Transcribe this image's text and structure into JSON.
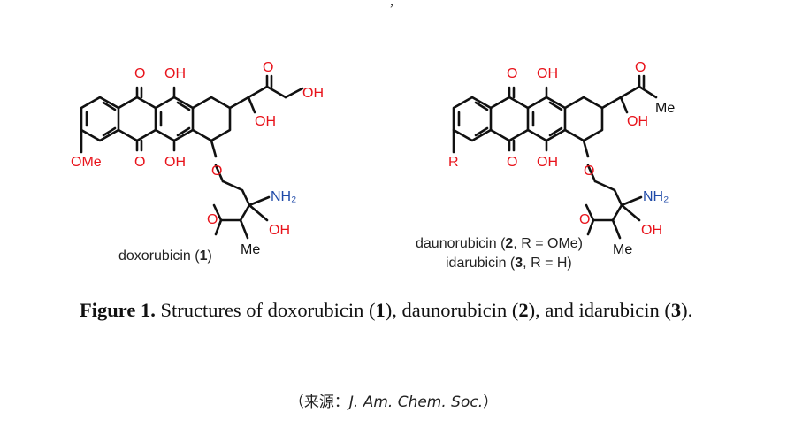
{
  "structures": {
    "doxorubicin": {
      "labels": {
        "o_top_left": "O",
        "oh_top": "OH",
        "o_ketone": "O",
        "oh_side": "OH",
        "oh_ring": "OH",
        "ome": "OMe",
        "o_bottom": "O",
        "oh_bottom": "OH",
        "o_link": "O",
        "nh2": "NH₂",
        "o_sugar": "O",
        "oh_sugar": "OH",
        "me": "Me"
      },
      "name": "doxorubicin",
      "number": "1"
    },
    "daunorubicin": {
      "labels": {
        "o_top_left": "O",
        "oh_top": "OH",
        "o_ketone": "O",
        "me_acetyl": "Me",
        "oh_ring": "OH",
        "r": "R",
        "o_bottom": "O",
        "oh_bottom": "OH",
        "o_link": "O",
        "nh2": "NH₂",
        "o_sugar": "O",
        "oh_sugar": "OH",
        "me": "Me"
      },
      "name": "daunorubicin",
      "number": "2",
      "r_value": "R = OMe",
      "alt_name": "idarubicin",
      "alt_number": "3",
      "alt_r_value": "R = H"
    }
  },
  "caption": {
    "label": "Figure 1.",
    "text_1": " Structures of doxorubicin (",
    "num_1": "1",
    "text_2": "), daunorubicin (",
    "num_2": "2",
    "text_3": "), and idarubicin (",
    "num_3": "3",
    "text_4": ")."
  },
  "source": {
    "prefix": "（来源：",
    "journal": "J. Am. Chem. Soc.",
    "suffix": "）"
  },
  "colors": {
    "oxygen": "#e8131b",
    "nitrogen": "#1f4aa8",
    "bond": "#111111"
  }
}
